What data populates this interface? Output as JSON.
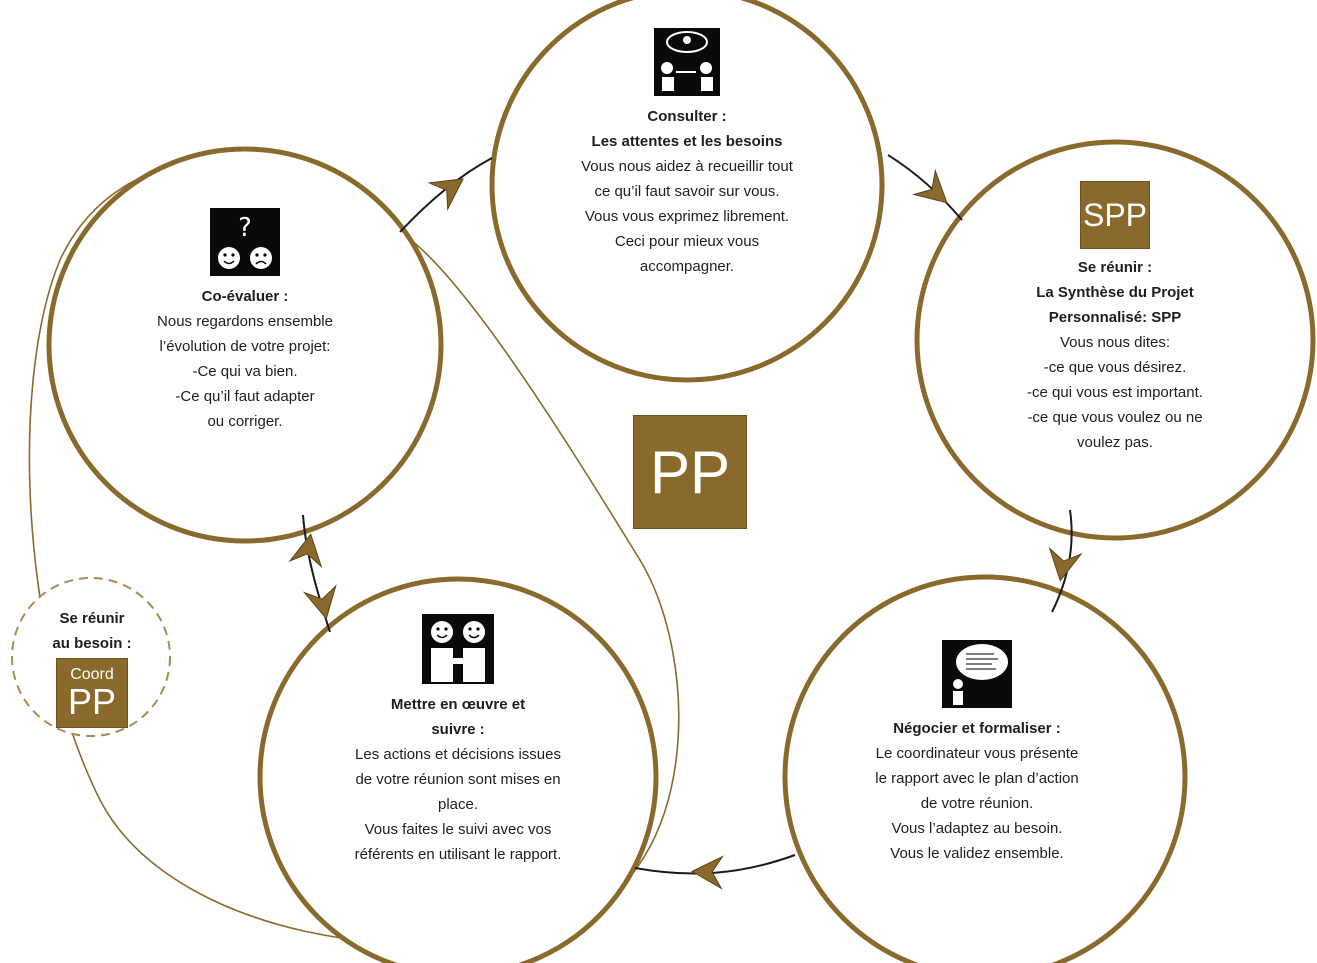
{
  "center_badge": "PP",
  "colors": {
    "brown": "#8a6a2c",
    "outline": "#1a1a1a",
    "circle_border": "#8a6a2c"
  },
  "nodes": {
    "consulter": {
      "icon": "consultation-pictogram-icon",
      "title": "Consulter :",
      "subtitle": "Les attentes et les besoins",
      "lines": [
        "Vous nous aidez à recueillir tout",
        "ce qu’il faut savoir sur vous.",
        "Vous vous exprimez librement.",
        "Ceci pour mieux vous",
        "accompagner."
      ]
    },
    "spp": {
      "badge": "SPP",
      "title_lines": [
        "Se réunir :",
        "La Synthèse du Projet",
        "Personnalisé: SPP"
      ],
      "lines": [
        "Vous nous dites:",
        "-ce que vous désirez.",
        "-ce qui vous est important.",
        "-ce que vous voulez ou ne",
        "voulez pas."
      ]
    },
    "negocier": {
      "icon": "document-review-pictogram-icon",
      "title": "Négocier et formaliser :",
      "lines": [
        "Le coordinateur vous présente",
        "le rapport avec le plan d’action",
        "de votre réunion.",
        "Vous l’adaptez au besoin.",
        "Vous le validez ensemble."
      ]
    },
    "mettre": {
      "icon": "handshake-pictogram-icon",
      "title_lines": [
        "Mettre en œuvre et",
        "suivre :"
      ],
      "lines": [
        "Les actions et décisions issues",
        "de votre réunion sont mises en",
        "place.",
        "Vous faites le suivi avec vos",
        "référents en utilisant le rapport."
      ]
    },
    "coevaluer": {
      "icon": "question-faces-pictogram-icon",
      "title": "Co-évaluer :",
      "lines": [
        "Nous regardons ensemble",
        "l’évolution de votre projet:",
        "-Ce qui va bien.",
        "-Ce qu’il faut adapter",
        "ou corriger."
      ]
    },
    "coord": {
      "title_lines": [
        "Se réunir",
        "au besoin :"
      ],
      "badge_small": "Coord",
      "badge_big": "PP"
    }
  }
}
